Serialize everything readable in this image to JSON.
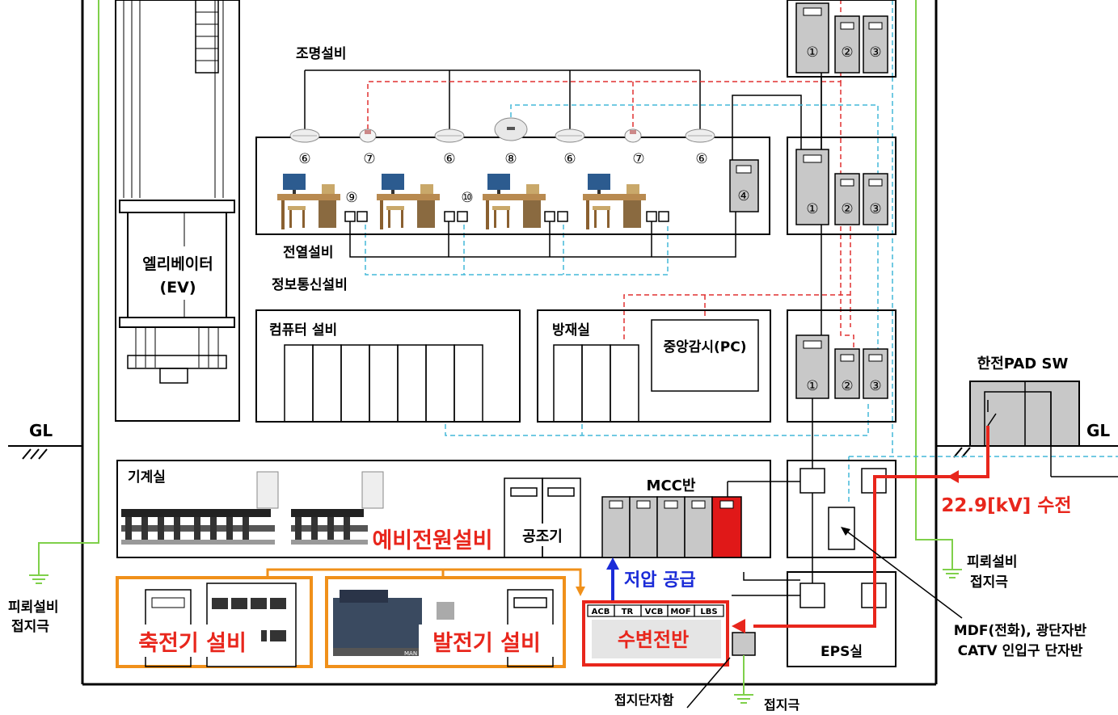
{
  "labels": {
    "lighting": "조명설비",
    "heating": "전열설비",
    "telecom": "정보통신설비",
    "computer": "컴퓨터 설비",
    "disaster_room": "방재실",
    "central_monitor": "중앙감시(PC)",
    "elevator_line1": "엘리베이터",
    "elevator_line2": "(EV)",
    "gl_left": "GL",
    "gl_right": "GL",
    "kepco_pad": "한전PAD SW",
    "supply_voltage": "22.9[kV] 수전",
    "lightning_ground_right_1": "피뢰설비",
    "lightning_ground_right_2": "접지극",
    "lightning_ground_left_1": "피뢰설비",
    "lightning_ground_left_2": "접지극",
    "machine_room": "기계실",
    "mcc": "MCC반",
    "ahu": "공조기",
    "backup_power": "예비전원설비",
    "low_voltage_supply": "저압 공급",
    "substation_panel": "수변전반",
    "battery": "축전기 설비",
    "generator": "발전기 설비",
    "eps_room": "EPS실",
    "mdf_line1": "MDF(전화), 광단자반",
    "mdf_line2": "CATV 인입구 단자반",
    "ground_terminal_box": "접지단자함",
    "ground_electrode": "접지극",
    "engine_brand": "MAN"
  },
  "panel_numbers": {
    "p1": "①",
    "p2": "②",
    "p3": "③",
    "p4": "④",
    "p6": "⑥",
    "p7": "⑦",
    "p8": "⑧",
    "p9": "⑨",
    "p10": "⑩"
  },
  "substation_columns": [
    "ACB",
    "TR",
    "VCB",
    "MOF",
    "LBS"
  ],
  "colors": {
    "red_line": "#e8261c",
    "fire_dashed": "#e03030",
    "telecom_dashed": "#44b8d8",
    "ground_line": "#7fd04a",
    "orange_box": "#f0901a",
    "blue_arrow": "#1a2bd8",
    "panel_gray": "#c8c8c8",
    "mcc_red": "#e01818"
  }
}
